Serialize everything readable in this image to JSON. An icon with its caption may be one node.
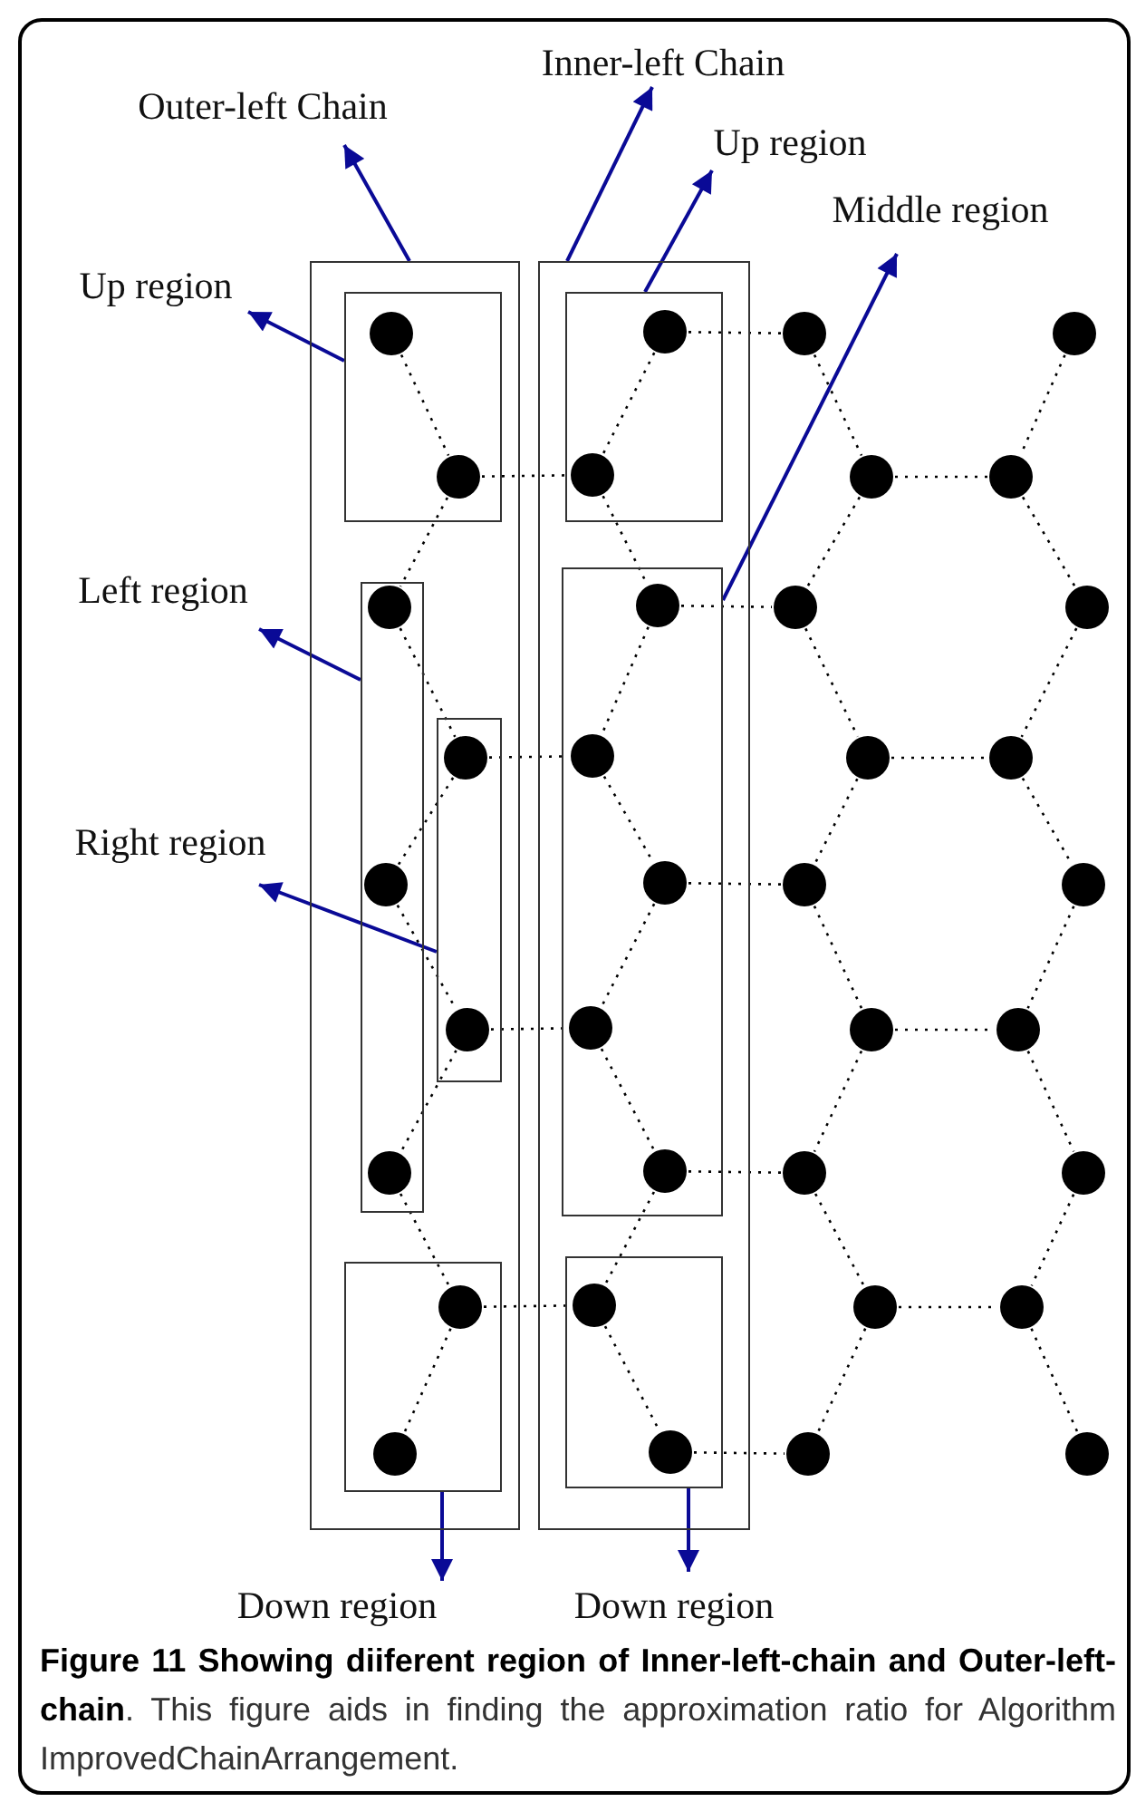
{
  "diagram": {
    "caption": "**Figure 11 Showing diiferent region of Inner-left-chain and Outer-left-chain**. This figure aids in finding the approximation ratio for Algorithm ImprovedChainArrangement.",
    "nodes": [
      {
        "text": [
          "Inner-left Chain"
        ]
      },
      {
        "text": [
          "Outer-left Chain"
        ]
      },
      {
        "text": [
          "Up region"
        ]
      },
      {
        "text": [
          "Middle region"
        ]
      },
      {
        "text": [
          "Up region"
        ]
      },
      {
        "text": [
          "Left region"
        ]
      },
      {
        "text": [
          "Right region"
        ]
      },
      {
        "text": [
          "Down region"
        ]
      },
      {
        "text": [
          "Down region"
        ]
      },
      {
        "text": [],
        "shape": "box"
      },
      {
        "text": [],
        "shape": "box"
      },
      {
        "text": [],
        "shape": "box",
        "in": 9
      },
      {
        "text": [],
        "shape": "box",
        "in": 9
      },
      {
        "text": [],
        "shape": "box",
        "in": 9
      },
      {
        "text": [],
        "shape": "box",
        "in": 9
      },
      {
        "text": [],
        "shape": "box",
        "in": 10
      },
      {
        "text": [],
        "shape": "box",
        "in": 10
      },
      {
        "text": [],
        "shape": "box",
        "in": 10
      },
      {
        "text": [],
        "shape": "circle",
        "in": 11
      },
      {
        "text": [],
        "shape": "circle",
        "in": 15
      },
      {
        "text": [],
        "shape": "circle"
      },
      {
        "text": [],
        "shape": "circle"
      },
      {
        "text": [],
        "shape": "circle",
        "in": 11
      },
      {
        "text": [],
        "shape": "circle",
        "in": 15
      },
      {
        "text": [],
        "shape": "circle"
      },
      {
        "text": [],
        "shape": "circle"
      },
      {
        "text": [],
        "shape": "circle",
        "in": 12
      },
      {
        "text": [],
        "shape": "circle",
        "in": 16
      },
      {
        "text": [],
        "shape": "circle"
      },
      {
        "text": [],
        "shape": "circle"
      },
      {
        "text": [],
        "shape": "circle",
        "in": 13
      },
      {
        "text": [],
        "shape": "circle",
        "in": 16
      },
      {
        "text": [],
        "shape": "circle"
      },
      {
        "text": [],
        "shape": "circle"
      },
      {
        "text": [],
        "shape": "circle",
        "in": 12
      },
      {
        "text": [],
        "shape": "circle",
        "in": 16
      },
      {
        "text": [],
        "shape": "circle"
      },
      {
        "text": [],
        "shape": "circle"
      },
      {
        "text": [],
        "shape": "circle",
        "in": 13
      },
      {
        "text": [],
        "shape": "circle",
        "in": 16
      },
      {
        "text": [],
        "shape": "circle"
      },
      {
        "text": [],
        "shape": "circle"
      },
      {
        "text": [],
        "shape": "circle",
        "in": 12
      },
      {
        "text": [],
        "shape": "circle",
        "in": 16
      },
      {
        "text": [],
        "shape": "circle"
      },
      {
        "text": [],
        "shape": "circle"
      },
      {
        "text": [],
        "shape": "circle",
        "in": 14
      },
      {
        "text": [],
        "shape": "circle",
        "in": 17
      },
      {
        "text": [],
        "shape": "circle"
      },
      {
        "text": [],
        "shape": "circle"
      },
      {
        "text": [],
        "shape": "circle",
        "in": 14
      },
      {
        "text": [],
        "shape": "circle",
        "in": 17
      },
      {
        "text": [],
        "shape": "circle"
      },
      {
        "text": [],
        "shape": "circle"
      }
    ],
    "edges": [
      {
        "from": 9,
        "to": 1,
        "arrow": "to",
        "color": "#0a0a96"
      },
      {
        "from": 10,
        "to": 0,
        "arrow": "to",
        "color": "#0a0a96"
      },
      {
        "from": 15,
        "to": 2,
        "arrow": "to",
        "color": "#0a0a96"
      },
      {
        "from": 16,
        "to": 3,
        "arrow": "to",
        "color": "#0a0a96"
      },
      {
        "from": 11,
        "to": 4,
        "arrow": "to",
        "color": "#0a0a96"
      },
      {
        "from": 12,
        "to": 5,
        "arrow": "to",
        "color": "#0a0a96"
      },
      {
        "from": 13,
        "to": 6,
        "arrow": "to",
        "color": "#0a0a96"
      },
      {
        "from": 14,
        "to": 7,
        "arrow": "to",
        "color": "#0a0a96"
      },
      {
        "from": 17,
        "to": 8,
        "arrow": "to",
        "color": "#0a0a96"
      },
      {
        "from": 18,
        "to": 22,
        "arrow": "none",
        "style": "dashed"
      },
      {
        "from": 22,
        "to": 26,
        "arrow": "none",
        "style": "dashed"
      },
      {
        "from": 26,
        "to": 30,
        "arrow": "none",
        "style": "dashed"
      },
      {
        "from": 30,
        "to": 34,
        "arrow": "none",
        "style": "dashed"
      },
      {
        "from": 34,
        "to": 38,
        "arrow": "none",
        "style": "dashed"
      },
      {
        "from": 38,
        "to": 42,
        "arrow": "none",
        "style": "dashed"
      },
      {
        "from": 42,
        "to": 46,
        "arrow": "none",
        "style": "dashed"
      },
      {
        "from": 46,
        "to": 50,
        "arrow": "none",
        "style": "dashed"
      },
      {
        "from": 19,
        "to": 23,
        "arrow": "none",
        "style": "dashed"
      },
      {
        "from": 23,
        "to": 27,
        "arrow": "none",
        "style": "dashed"
      },
      {
        "from": 27,
        "to": 31,
        "arrow": "none",
        "style": "dashed"
      },
      {
        "from": 31,
        "to": 35,
        "arrow": "none",
        "style": "dashed"
      },
      {
        "from": 35,
        "to": 39,
        "arrow": "none",
        "style": "dashed"
      },
      {
        "from": 39,
        "to": 43,
        "arrow": "none",
        "style": "dashed"
      },
      {
        "from": 43,
        "to": 47,
        "arrow": "none",
        "style": "dashed"
      },
      {
        "from": 47,
        "to": 51,
        "arrow": "none",
        "style": "dashed"
      },
      {
        "from": 20,
        "to": 24,
        "arrow": "none",
        "style": "dashed"
      },
      {
        "from": 24,
        "to": 28,
        "arrow": "none",
        "style": "dashed"
      },
      {
        "from": 28,
        "to": 32,
        "arrow": "none",
        "style": "dashed"
      },
      {
        "from": 32,
        "to": 36,
        "arrow": "none",
        "style": "dashed"
      },
      {
        "from": 36,
        "to": 40,
        "arrow": "none",
        "style": "dashed"
      },
      {
        "from": 40,
        "to": 44,
        "arrow": "none",
        "style": "dashed"
      },
      {
        "from": 44,
        "to": 48,
        "arrow": "none",
        "style": "dashed"
      },
      {
        "from": 48,
        "to": 52,
        "arrow": "none",
        "style": "dashed"
      },
      {
        "from": 21,
        "to": 25,
        "arrow": "none",
        "style": "dashed"
      },
      {
        "from": 25,
        "to": 29,
        "arrow": "none",
        "style": "dashed"
      },
      {
        "from": 29,
        "to": 33,
        "arrow": "none",
        "style": "dashed"
      },
      {
        "from": 33,
        "to": 37,
        "arrow": "none",
        "style": "dashed"
      },
      {
        "from": 37,
        "to": 41,
        "arrow": "none",
        "style": "dashed"
      },
      {
        "from": 41,
        "to": 45,
        "arrow": "none",
        "style": "dashed"
      },
      {
        "from": 45,
        "to": 49,
        "arrow": "none",
        "style": "dashed"
      },
      {
        "from": 49,
        "to": 53,
        "arrow": "none",
        "style": "dashed"
      },
      {
        "from": 19,
        "to": 20,
        "arrow": "none",
        "style": "dashed"
      },
      {
        "from": 22,
        "to": 23,
        "arrow": "none",
        "style": "dashed"
      },
      {
        "from": 24,
        "to": 25,
        "arrow": "none",
        "style": "dashed"
      },
      {
        "from": 27,
        "to": 28,
        "arrow": "none",
        "style": "dashed"
      },
      {
        "from": 30,
        "to": 31,
        "arrow": "none",
        "style": "dashed"
      },
      {
        "from": 32,
        "to": 33,
        "arrow": "none",
        "style": "dashed"
      },
      {
        "from": 35,
        "to": 36,
        "arrow": "none",
        "style": "dashed"
      },
      {
        "from": 38,
        "to": 39,
        "arrow": "none",
        "style": "dashed"
      },
      {
        "from": 40,
        "to": 41,
        "arrow": "none",
        "style": "dashed"
      },
      {
        "from": 43,
        "to": 44,
        "arrow": "none",
        "style": "dashed"
      },
      {
        "from": 46,
        "to": 47,
        "arrow": "none",
        "style": "dashed"
      },
      {
        "from": 48,
        "to": 49,
        "arrow": "none",
        "style": "dashed"
      },
      {
        "from": 51,
        "to": 52,
        "arrow": "none",
        "style": "dashed"
      }
    ]
  }
}
